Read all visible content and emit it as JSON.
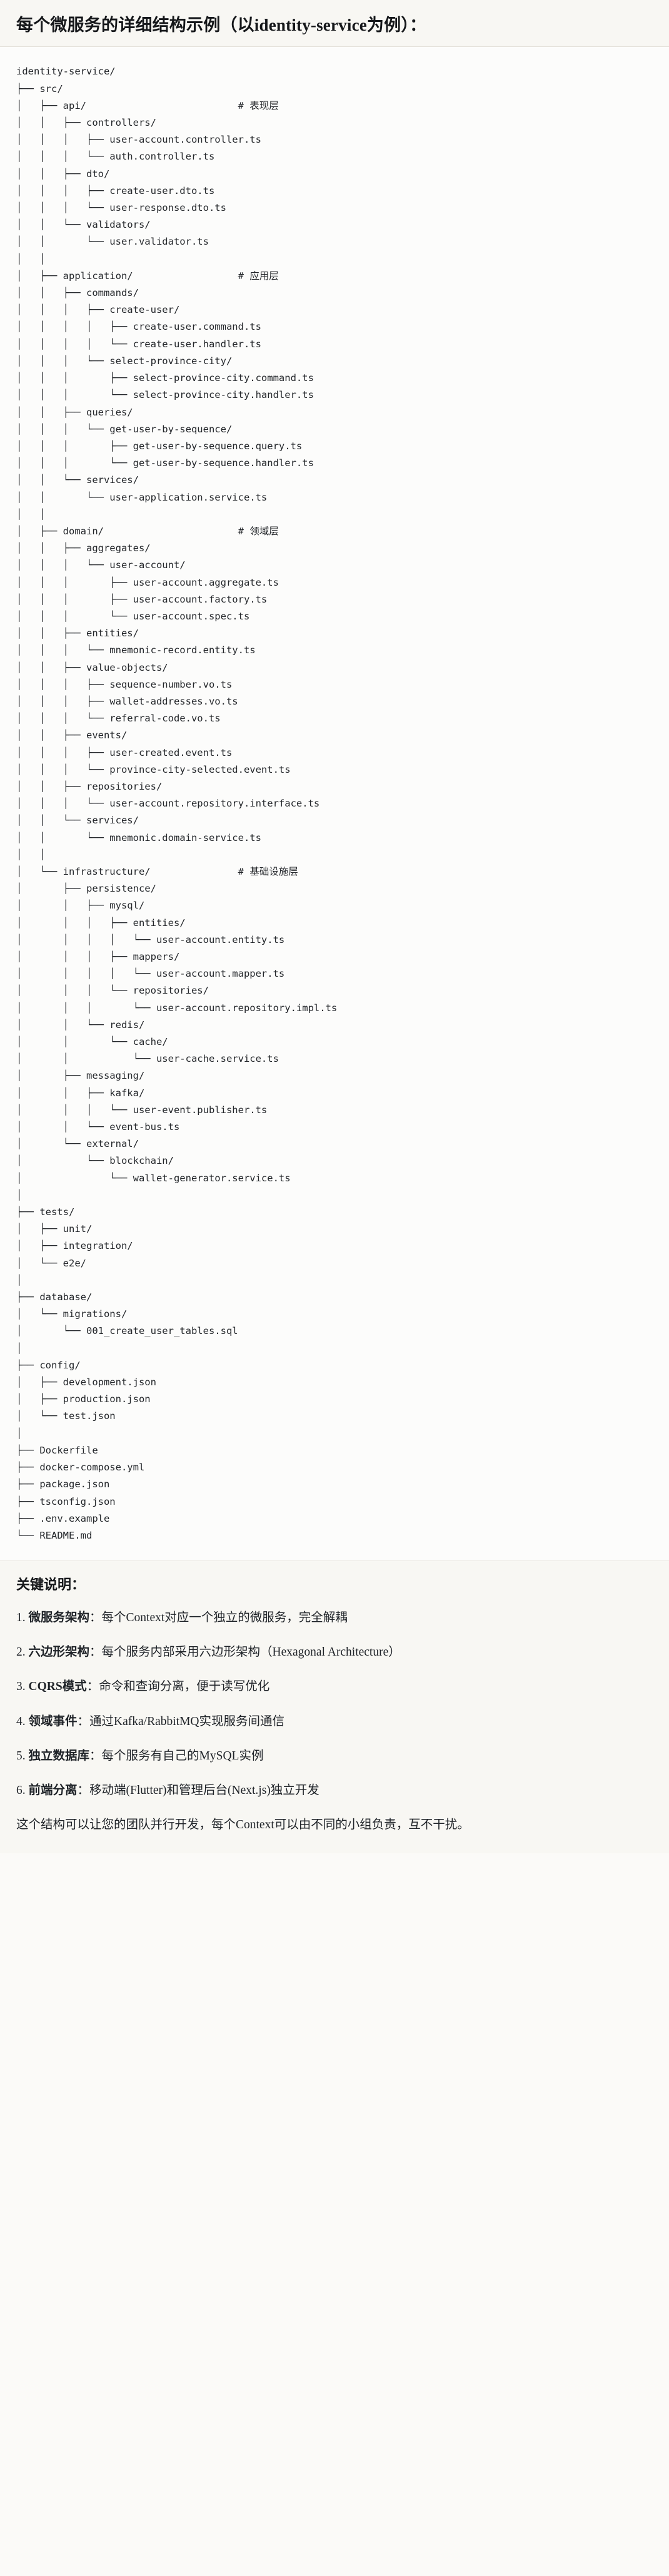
{
  "header": {
    "title": "每个微服务的详细结构示例（以identity-service为例）："
  },
  "tree": {
    "root_label": "identity-service/",
    "text": "identity-service/\n├── src/\n│   ├── api/                          # 表现层\n│   │   ├── controllers/\n│   │   │   ├── user-account.controller.ts\n│   │   │   └── auth.controller.ts\n│   │   ├── dto/\n│   │   │   ├── create-user.dto.ts\n│   │   │   └── user-response.dto.ts\n│   │   └── validators/\n│   │       └── user.validator.ts\n│   │\n│   ├── application/                  # 应用层\n│   │   ├── commands/\n│   │   │   ├── create-user/\n│   │   │   │   ├── create-user.command.ts\n│   │   │   │   └── create-user.handler.ts\n│   │   │   └── select-province-city/\n│   │   │       ├── select-province-city.command.ts\n│   │   │       └── select-province-city.handler.ts\n│   │   ├── queries/\n│   │   │   └── get-user-by-sequence/\n│   │   │       ├── get-user-by-sequence.query.ts\n│   │   │       └── get-user-by-sequence.handler.ts\n│   │   └── services/\n│   │       └── user-application.service.ts\n│   │\n│   ├── domain/                       # 领域层\n│   │   ├── aggregates/\n│   │   │   └── user-account/\n│   │   │       ├── user-account.aggregate.ts\n│   │   │       ├── user-account.factory.ts\n│   │   │       └── user-account.spec.ts\n│   │   ├── entities/\n│   │   │   └── mnemonic-record.entity.ts\n│   │   ├── value-objects/\n│   │   │   ├── sequence-number.vo.ts\n│   │   │   ├── wallet-addresses.vo.ts\n│   │   │   └── referral-code.vo.ts\n│   │   ├── events/\n│   │   │   ├── user-created.event.ts\n│   │   │   └── province-city-selected.event.ts\n│   │   ├── repositories/\n│   │   │   └── user-account.repository.interface.ts\n│   │   └── services/\n│   │       └── mnemonic.domain-service.ts\n│   │\n│   └── infrastructure/               # 基础设施层\n│       ├── persistence/\n│       │   ├── mysql/\n│       │   │   ├── entities/\n│       │   │   │   └── user-account.entity.ts\n│       │   │   ├── mappers/\n│       │   │   │   └── user-account.mapper.ts\n│       │   │   └── repositories/\n│       │   │       └── user-account.repository.impl.ts\n│       │   └── redis/\n│       │       └── cache/\n│       │           └── user-cache.service.ts\n│       ├── messaging/\n│       │   ├── kafka/\n│       │   │   └── user-event.publisher.ts\n│       │   └── event-bus.ts\n│       └── external/\n│           └── blockchain/\n│               └── wallet-generator.service.ts\n│\n├── tests/\n│   ├── unit/\n│   ├── integration/\n│   └── e2e/\n│\n├── database/\n│   └── migrations/\n│       └── 001_create_user_tables.sql\n│\n├── config/\n│   ├── development.json\n│   ├── production.json\n│   └── test.json\n│\n├── Dockerfile\n├── docker-compose.yml\n├── package.json\n├── tsconfig.json\n├── .env.example\n└── README.md",
    "comments": [
      {
        "layer": "api",
        "text": "# 表现层"
      },
      {
        "layer": "application",
        "text": "# 应用层"
      },
      {
        "layer": "domain",
        "text": "# 领域层"
      },
      {
        "layer": "infrastructure",
        "text": "# 基础设施层"
      }
    ]
  },
  "notes": {
    "heading": "关键说明：",
    "items": [
      {
        "num": "1.",
        "term": "微服务架构",
        "sep": "：",
        "desc": "每个Context对应一个独立的微服务，完全解耦"
      },
      {
        "num": "2.",
        "term": "六边形架构",
        "sep": "：",
        "desc": "每个服务内部采用六边形架构（Hexagonal Architecture）"
      },
      {
        "num": "3.",
        "term": "CQRS模式",
        "sep": "：",
        "desc": "命令和查询分离，便于读写优化"
      },
      {
        "num": "4.",
        "term": "领域事件",
        "sep": "：",
        "desc": "通过Kafka/RabbitMQ实现服务间通信"
      },
      {
        "num": "5.",
        "term": "独立数据库",
        "sep": "：",
        "desc": "每个服务有自己的MySQL实例"
      },
      {
        "num": "6.",
        "term": "前端分离",
        "sep": "：",
        "desc": "移动端(Flutter)和管理后台(Next.js)独立开发"
      }
    ],
    "closing": "这个结构可以让您的团队并行开发，每个Context可以由不同的小组负责，互不干扰。"
  },
  "colors": {
    "page_bg": "#fbfaf8",
    "header_bg": "#f8f7f3",
    "code_bg": "#fcfcfb",
    "text": "#1f2328",
    "rule": "#e4e1da"
  }
}
